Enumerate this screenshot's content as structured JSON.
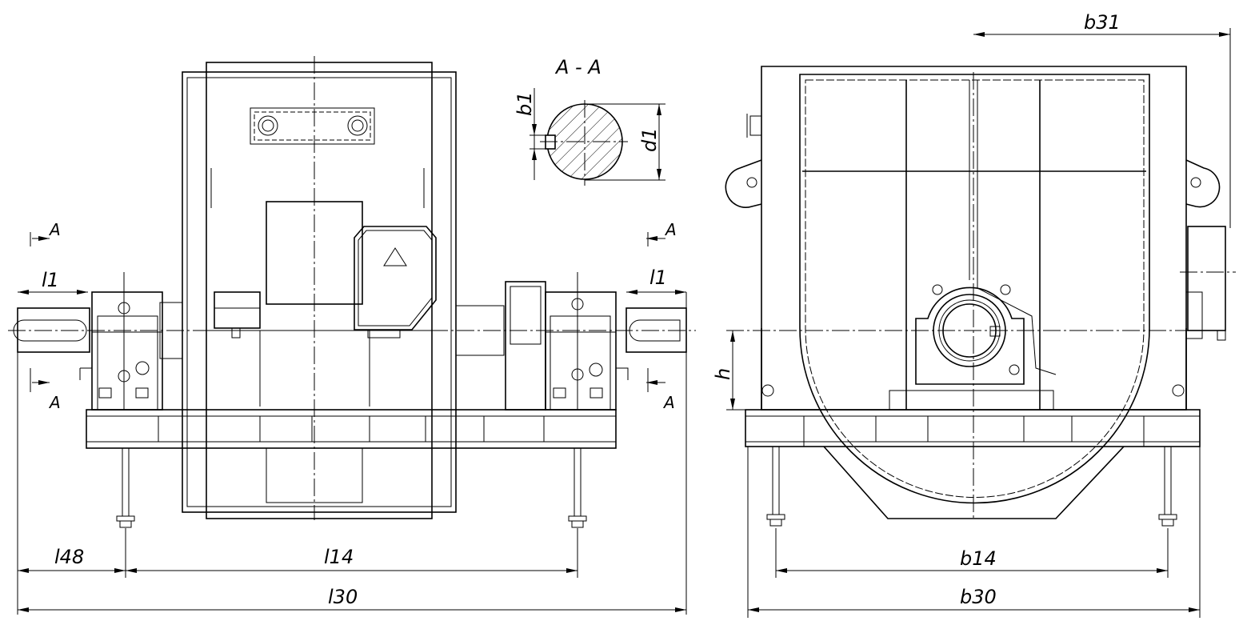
{
  "drawing": {
    "section_title": "A - A",
    "section_marker": "A",
    "labels": {
      "b31": "b31",
      "b1": "b1",
      "d1": "d1",
      "l1": "l1",
      "h": "h",
      "l48": "l48",
      "l14": "l14",
      "l30": "l30",
      "b14": "b14",
      "b30": "b30"
    }
  }
}
